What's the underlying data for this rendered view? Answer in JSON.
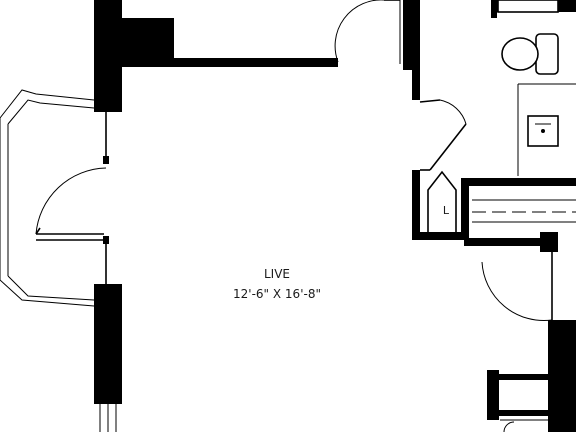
{
  "plan": {
    "room": {
      "name": "LIVE",
      "dimensions": "12'-6\" X 16'-8\""
    },
    "linen_closet_label": "L"
  }
}
